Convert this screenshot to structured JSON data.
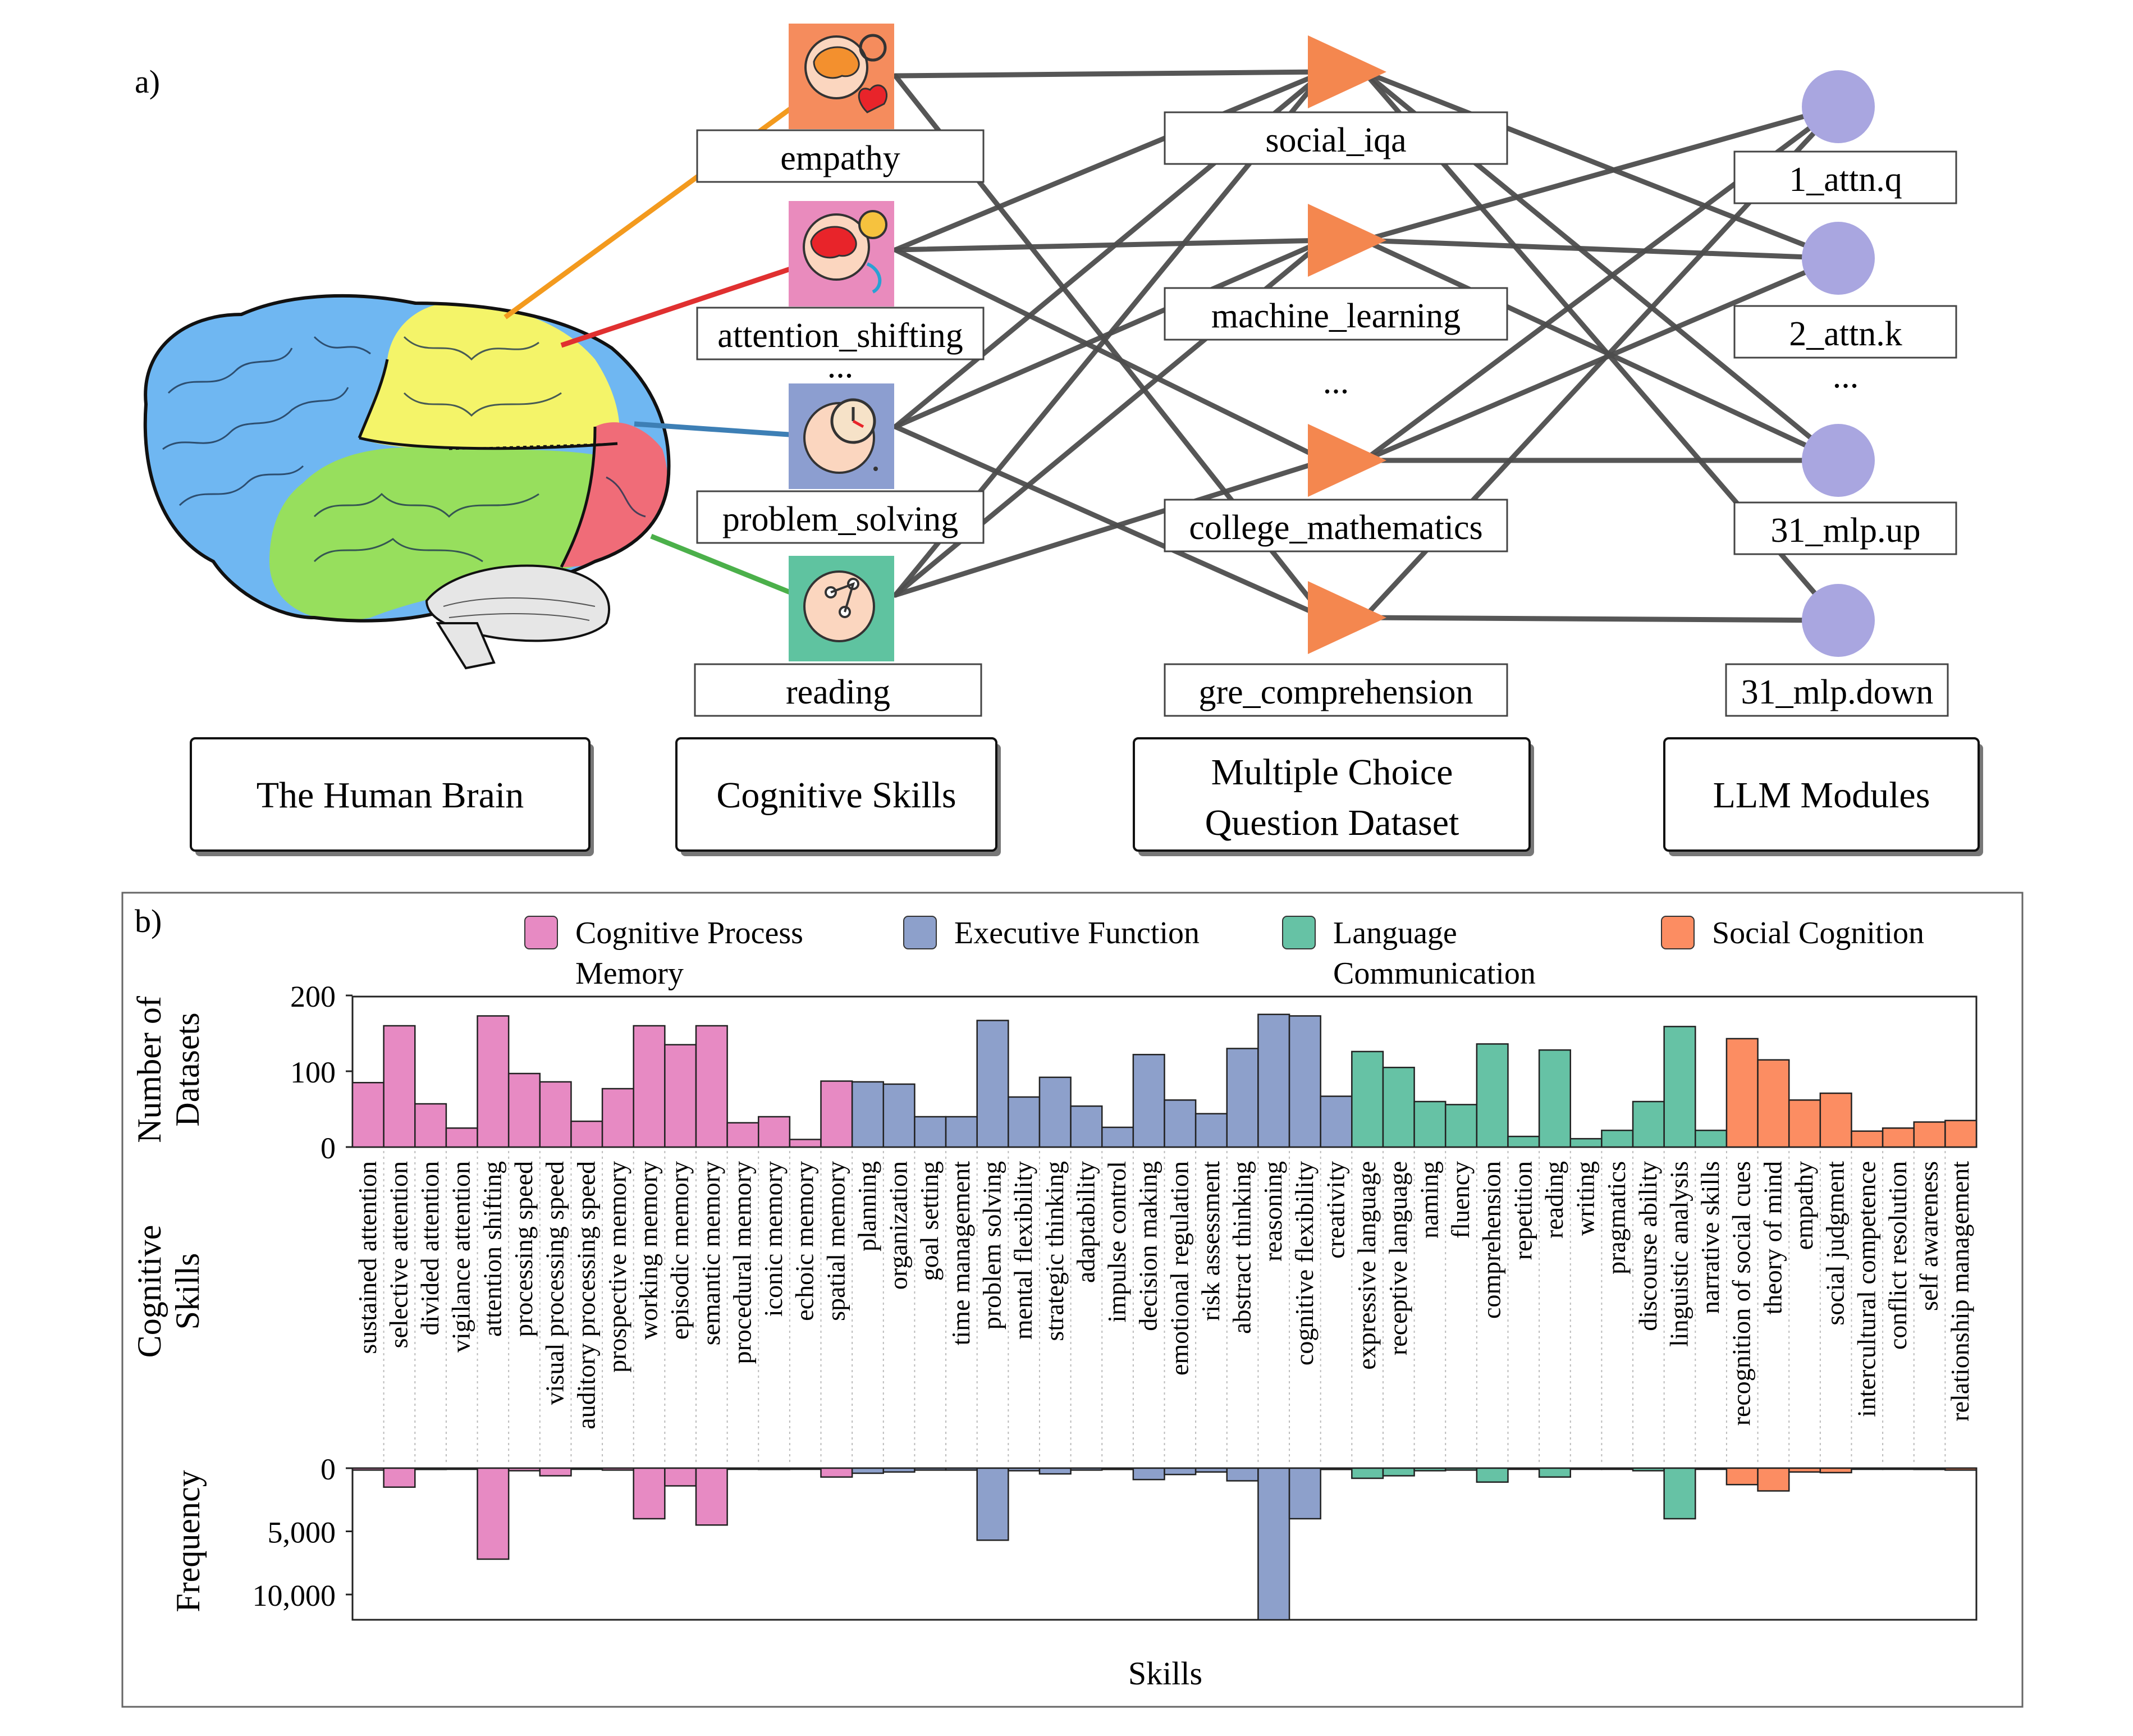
{
  "panel_a": {
    "label": "a)",
    "skills": [
      "empathy",
      "attention_shifting",
      "problem_solving",
      "reading"
    ],
    "skills_ellipsis": "...",
    "datasets": [
      "social_iqa",
      "machine_learning",
      "college_mathematics",
      "gre_comprehension"
    ],
    "datasets_ellipsis": "...",
    "modules": [
      "1_attn.q",
      "2_attn.k",
      "31_mlp.up",
      "31_mlp.down"
    ],
    "modules_ellipsis": "...",
    "categories": [
      "The Human Brain",
      "Cognitive Skills",
      "Multiple Choice",
      "Question Dataset",
      "LLM Modules"
    ],
    "colors": {
      "orange_link": "#f39a1e",
      "red_link": "#e03030",
      "blue_link": "#3d7fb5",
      "green_link": "#4bb04a",
      "triangle": "#f4874f",
      "circle": "#a9a6e0",
      "brain_frontal": "#6fb7f2",
      "brain_parietal": "#f4f469",
      "brain_temporal": "#97df5d",
      "brain_occipital": "#f06c78"
    },
    "icons": [
      "empathy-icon",
      "attention-shifting-icon",
      "problem-solving-icon",
      "reading-icon",
      "brain-icon"
    ]
  },
  "chart_data": {
    "type": "bar",
    "label": "b)",
    "xlabel": "Skills",
    "ylabel_top": "Number of\nDatasets",
    "ylabel_middle": "Cognitive\nSkills",
    "ylabel_bottom": "Frequency",
    "top_ticks": [
      "200",
      "100",
      "0"
    ],
    "top_ylim": [
      0,
      200
    ],
    "bottom_ticks": [
      "0",
      "5,000",
      "10,000"
    ],
    "bottom_ylim": [
      0,
      12000
    ],
    "legend": [
      {
        "name": "Cognitive Process\nMemory",
        "color": "#e78ac3"
      },
      {
        "name": "Executive Function",
        "color": "#8da0cb"
      },
      {
        "name": "Language\nCommunication",
        "color": "#66c2a5"
      },
      {
        "name": "Social Cognition",
        "color": "#fc8d62"
      }
    ],
    "categories": [
      "sustained attention",
      "selective attention",
      "divided attention",
      "vigilance attention",
      "attention shifting",
      "processing speed",
      "visual processing speed",
      "auditory processing speed",
      "prospective memory",
      "working memory",
      "episodic memory",
      "semantic memory",
      "procedural memory",
      "iconic memory",
      "echoic memory",
      "spatial memory",
      "planning",
      "organization",
      "goal setting",
      "time management",
      "problem solving",
      "mental flexibility",
      "strategic thinking",
      "adaptability",
      "impulse control",
      "decision making",
      "emotional regulation",
      "risk assessment",
      "abstract thinking",
      "reasoning",
      "cognitive flexibility",
      "creativity",
      "expressive language",
      "receptive language",
      "naming",
      "fluency",
      "comprehension",
      "repetition",
      "reading",
      "writing",
      "pragmatics",
      "discourse ability",
      "linguistic analysis",
      "narrative skills",
      "recognition of social cues",
      "theory of mind",
      "empathy",
      "social judgment",
      "intercultural competence",
      "conflict resolution",
      "self awareness",
      "relationship management"
    ],
    "group": [
      0,
      0,
      0,
      0,
      0,
      0,
      0,
      0,
      0,
      0,
      0,
      0,
      0,
      0,
      0,
      0,
      1,
      1,
      1,
      1,
      1,
      1,
      1,
      1,
      1,
      1,
      1,
      1,
      1,
      1,
      1,
      1,
      2,
      2,
      2,
      2,
      2,
      2,
      2,
      2,
      2,
      2,
      2,
      2,
      3,
      3,
      3,
      3,
      3,
      3,
      3,
      3
    ],
    "datasets": [
      85,
      160,
      57,
      25,
      173,
      97,
      86,
      34,
      77,
      160,
      135,
      160,
      32,
      40,
      10,
      87,
      86,
      83,
      40,
      40,
      167,
      66,
      92,
      54,
      26,
      122,
      62,
      44,
      130,
      175,
      173,
      67,
      126,
      105,
      60,
      56,
      136,
      14,
      128,
      11,
      22,
      60,
      159,
      22,
      143,
      115,
      62,
      71,
      21,
      25,
      33,
      35
    ],
    "frequency": [
      150,
      1500,
      100,
      50,
      7200,
      200,
      600,
      50,
      150,
      4000,
      1400,
      4500,
      80,
      100,
      30,
      700,
      400,
      300,
      150,
      150,
      5700,
      200,
      450,
      150,
      100,
      900,
      500,
      300,
      1000,
      12000,
      4000,
      100,
      800,
      600,
      200,
      150,
      1100,
      50,
      700,
      50,
      80,
      200,
      4000,
      50,
      1300,
      1800,
      300,
      350,
      50,
      80,
      100,
      150
    ]
  }
}
